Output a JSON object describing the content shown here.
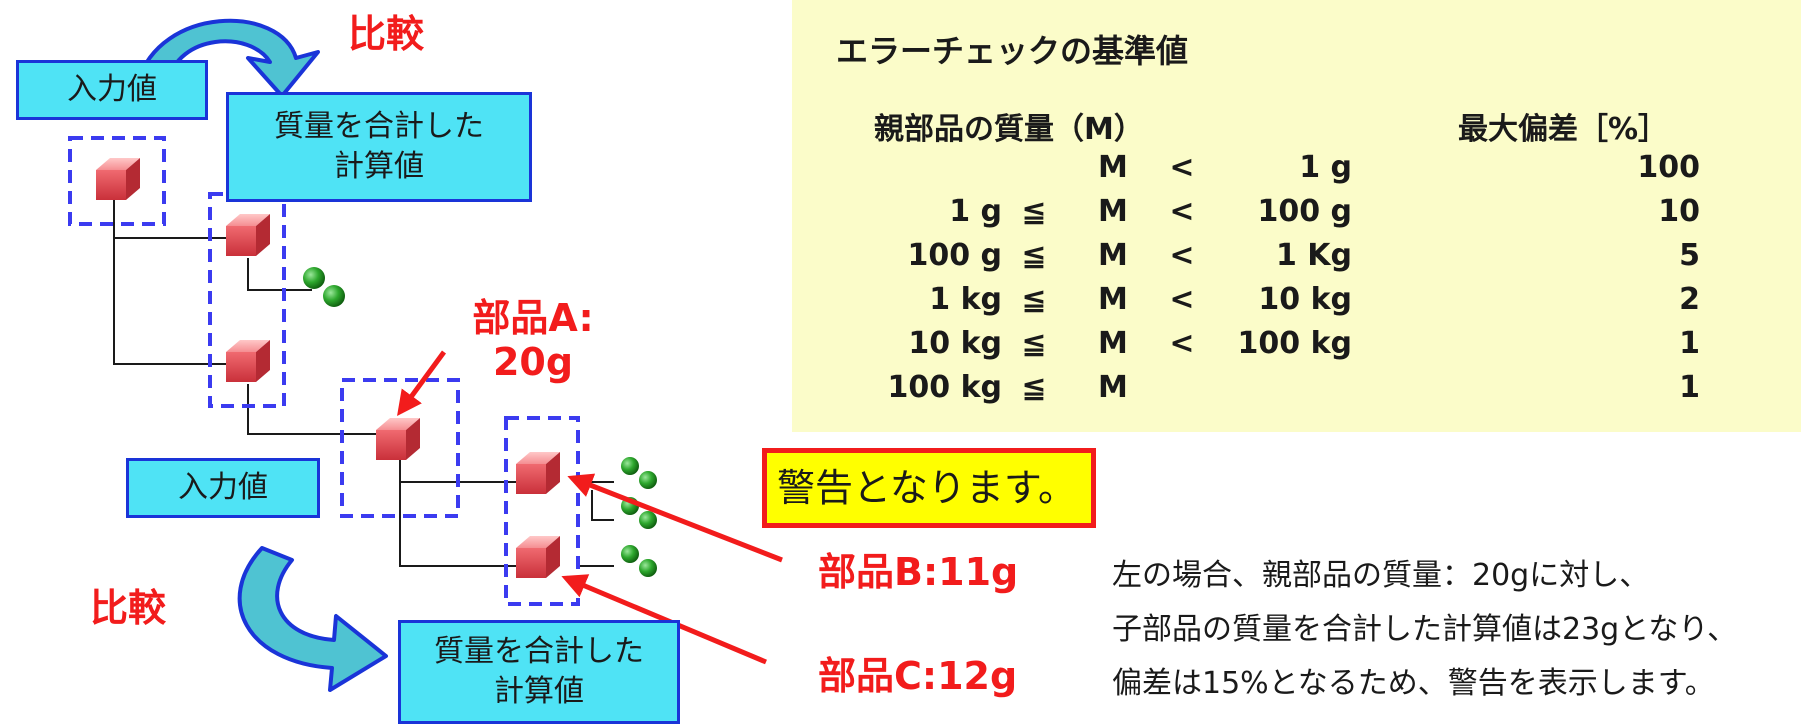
{
  "diagram": {
    "input_label_top": "入力値",
    "calc_label_top": [
      "質量を合計した",
      "計算値"
    ],
    "compare_label_top": "比較",
    "input_label_bottom": "入力値",
    "calc_label_bottom": [
      "質量を合計した",
      "計算値"
    ],
    "compare_label_bottom": "比較",
    "part_a_label": [
      "部品A:",
      "20g"
    ],
    "part_b_label": "部品B:11g",
    "part_c_label": "部品C:12g"
  },
  "criteria": {
    "title": "エラーチェックの基準値",
    "col_mass": "親部品の質量（M）",
    "col_deviation": "最大偏差［%］",
    "rows": [
      {
        "lower": "",
        "le": "",
        "m": "M",
        "lt": "<",
        "upper": "1 g",
        "deviation": "100"
      },
      {
        "lower": "1 g",
        "le": "≦",
        "m": "M",
        "lt": "<",
        "upper": "100 g",
        "deviation": "10"
      },
      {
        "lower": "100 g",
        "le": "≦",
        "m": "M",
        "lt": "<",
        "upper": "1 Kg",
        "deviation": "5"
      },
      {
        "lower": "1 kg",
        "le": "≦",
        "m": "M",
        "lt": "<",
        "upper": "10 kg",
        "deviation": "2"
      },
      {
        "lower": "10 kg",
        "le": "≦",
        "m": "M",
        "lt": "<",
        "upper": "100 kg",
        "deviation": "1"
      },
      {
        "lower": "100 kg",
        "le": "≦",
        "m": "M",
        "lt": "",
        "upper": "",
        "deviation": "1"
      }
    ]
  },
  "warning": "警告となります。",
  "explanation": [
    "左の場合、親部品の質量：20gに対し、",
    "子部品の質量を合計した計算値は23gとなり、",
    "偏差は15%となるため、警告を表示します。"
  ],
  "colors": {
    "accent_red": "#f21c1c",
    "box_cyan": "#4fe3f5",
    "box_border": "#1a34d8",
    "dash_blue": "#3b3bf0",
    "panel_bg": "#fbfcc9",
    "warn_bg": "#ffff00",
    "cube": "#ea4f56",
    "sphere": "#1f8f1f"
  }
}
